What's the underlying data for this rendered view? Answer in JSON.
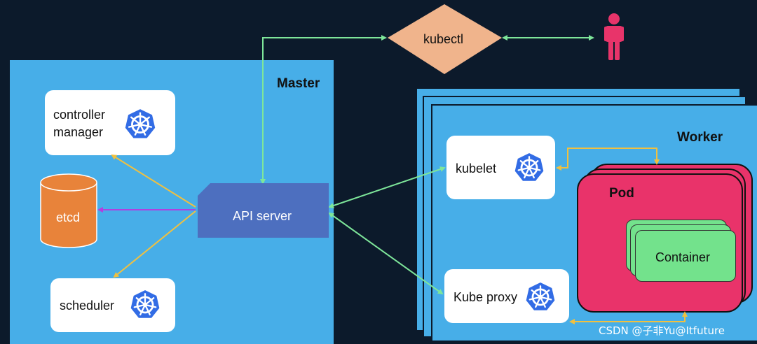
{
  "master": {
    "title": "Master"
  },
  "worker": {
    "title": "Worker"
  },
  "kubectl": {
    "label": "kubectl"
  },
  "api_server": {
    "label": "API server"
  },
  "etcd": {
    "label": "etcd"
  },
  "controller_manager": {
    "label_line1": "controller",
    "label_line2": "manager"
  },
  "scheduler": {
    "label": "scheduler"
  },
  "kubelet": {
    "label": "kubelet"
  },
  "kube_proxy": {
    "label": "Kube proxy"
  },
  "pod": {
    "label": "Pod"
  },
  "container": {
    "label": "Container"
  },
  "watermark": {
    "text": "CSDN @子非Yu@Itfuture"
  },
  "colors": {
    "background": "#0c1a2b",
    "panel_blue": "#47aee8",
    "api_server": "#4d6fbf",
    "etcd": "#e8833a",
    "kubectl": "#f0b48c",
    "pod": "#e9336a",
    "container": "#73e28c",
    "person": "#e8346a",
    "arrow_green": "#7ee69a",
    "arrow_yellow": "#f0c040",
    "arrow_purple": "#b040e0",
    "k8s_logo": "#326ce5"
  },
  "icons": [
    "kubernetes-logo-icon",
    "person-icon"
  ]
}
